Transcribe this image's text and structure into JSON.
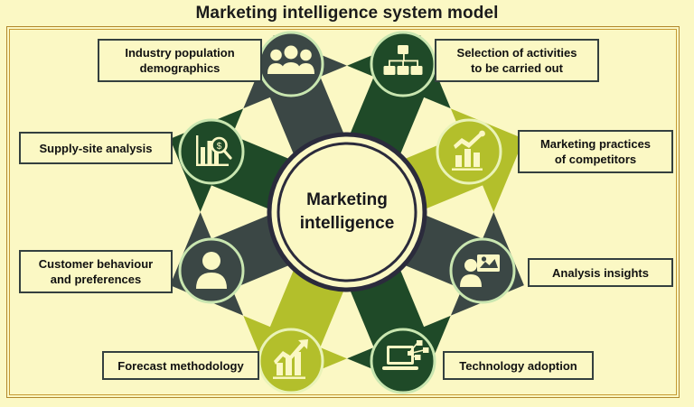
{
  "title": "Marketing intelligence system model",
  "center": {
    "line1": "Marketing",
    "line2": "intelligence"
  },
  "colors": {
    "background": "#fbf8c4",
    "frame_border": "#b2882c",
    "slate": "#3b4745",
    "dark_green": "#1f4a28",
    "olive": "#b3bf2b",
    "ring_light": "#c9e6b0",
    "center_ring": "#2b2b3c",
    "label_border": "#34403f",
    "text": "#111111"
  },
  "spokes": [
    {
      "id": "industry-population-demographics",
      "label": "Industry population\ndemographics",
      "label_line1": "Industry population",
      "label_line2": "demographics",
      "icon": "people-group-icon",
      "color": "slate",
      "position": "top-left"
    },
    {
      "id": "selection-of-activities",
      "label": "Selection of activities\nto be carried out",
      "label_line1": "Selection of activities",
      "label_line2": "to be carried out",
      "icon": "org-chart-icon",
      "color": "dark_green",
      "position": "top-right"
    },
    {
      "id": "marketing-practices-of-competitors",
      "label": "Marketing practices\nof competitors",
      "label_line1": "Marketing practices",
      "label_line2": "of competitors",
      "icon": "bar-chart-trend-icon",
      "color": "olive",
      "position": "upper-right"
    },
    {
      "id": "analysis-insights",
      "label": "Analysis insights",
      "label_line1": "Analysis insights",
      "label_line2": "",
      "icon": "presenter-board-icon",
      "color": "slate",
      "position": "lower-right"
    },
    {
      "id": "technology-adoption",
      "label": "Technology adoption",
      "label_line1": "Technology adoption",
      "label_line2": "",
      "icon": "laptop-data-icon",
      "color": "dark_green",
      "position": "bottom-right"
    },
    {
      "id": "forecast-methodology",
      "label": "Forecast methodology",
      "label_line1": "Forecast methodology",
      "label_line2": "",
      "icon": "growth-chart-arrow-icon",
      "color": "olive",
      "position": "bottom-left"
    },
    {
      "id": "customer-behaviour-and-preferences",
      "label": "Customer behaviour\nand preferences",
      "label_line1": "Customer behaviour",
      "label_line2": "and preferences",
      "icon": "user-person-icon",
      "color": "slate",
      "position": "lower-left"
    },
    {
      "id": "supply-site-analysis",
      "label": "Supply-site analysis",
      "label_line1": "Supply-site analysis",
      "label_line2": "",
      "icon": "chart-magnifier-icon",
      "color": "dark_green",
      "position": "upper-left"
    }
  ]
}
